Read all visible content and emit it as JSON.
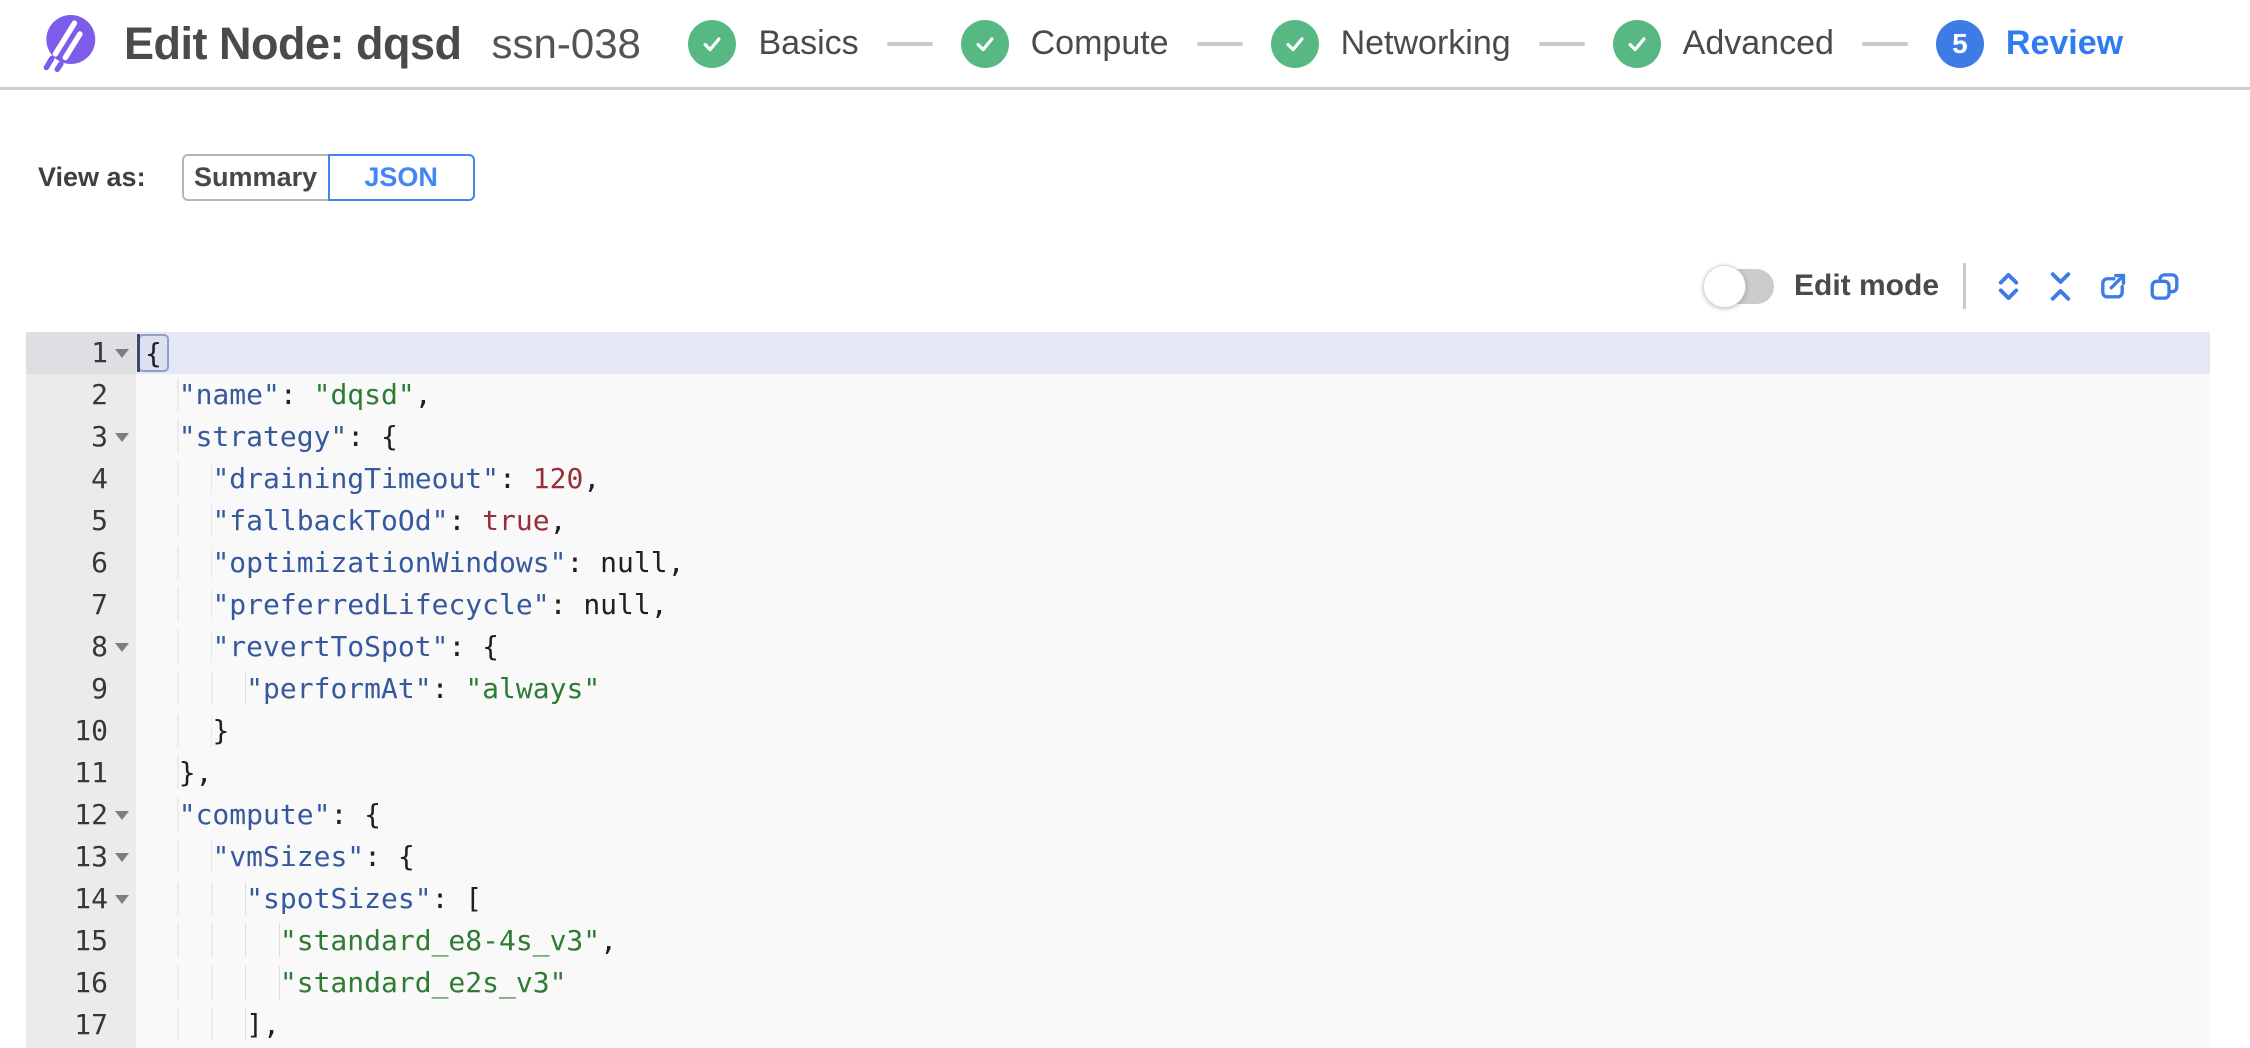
{
  "header": {
    "title": "Edit Node: dqsd",
    "node_id": "ssn-038",
    "steps": [
      {
        "id": "basics",
        "label": "Basics",
        "state": "done"
      },
      {
        "id": "compute",
        "label": "Compute",
        "state": "done"
      },
      {
        "id": "networking",
        "label": "Networking",
        "state": "done"
      },
      {
        "id": "advanced",
        "label": "Advanced",
        "state": "done"
      },
      {
        "id": "review",
        "label": "Review",
        "state": "current",
        "number": "5"
      }
    ]
  },
  "view_as": {
    "label": "View as:",
    "options": [
      {
        "label": "Summary",
        "selected": false
      },
      {
        "label": "JSON",
        "selected": true
      }
    ]
  },
  "toolbar": {
    "edit_mode_label": "Edit mode",
    "edit_mode_on": false,
    "icons": [
      {
        "name": "expand-all-icon"
      },
      {
        "name": "collapse-all-icon"
      },
      {
        "name": "export-icon"
      },
      {
        "name": "copy-icon"
      }
    ]
  },
  "colors": {
    "accent_blue": "#3b7ce6",
    "success_green": "#58b883",
    "logo_purple": "#7c5ce8",
    "key_blue": "#36589d",
    "string_green": "#2f7b33",
    "number_red": "#943038",
    "active_line": "#e4e8f4"
  },
  "editor": {
    "active_line": 1,
    "cursor": {
      "line": 1,
      "col": 0
    },
    "lines": [
      {
        "n": 1,
        "fold": true,
        "tokens": [
          {
            "t": "punc",
            "v": "{",
            "box": true
          }
        ]
      },
      {
        "n": 2,
        "fold": false,
        "tokens": [
          {
            "t": "ws",
            "v": "  "
          },
          {
            "t": "key",
            "v": "\"name\""
          },
          {
            "t": "punc",
            "v": ": "
          },
          {
            "t": "str",
            "v": "\"dqsd\""
          },
          {
            "t": "punc",
            "v": ","
          }
        ]
      },
      {
        "n": 3,
        "fold": true,
        "tokens": [
          {
            "t": "ws",
            "v": "  "
          },
          {
            "t": "key",
            "v": "\"strategy\""
          },
          {
            "t": "punc",
            "v": ": {"
          }
        ]
      },
      {
        "n": 4,
        "fold": false,
        "tokens": [
          {
            "t": "ws",
            "v": "    "
          },
          {
            "t": "key",
            "v": "\"drainingTimeout\""
          },
          {
            "t": "punc",
            "v": ": "
          },
          {
            "t": "num",
            "v": "120"
          },
          {
            "t": "punc",
            "v": ","
          }
        ]
      },
      {
        "n": 5,
        "fold": false,
        "tokens": [
          {
            "t": "ws",
            "v": "    "
          },
          {
            "t": "key",
            "v": "\"fallbackToOd\""
          },
          {
            "t": "punc",
            "v": ": "
          },
          {
            "t": "bool",
            "v": "true"
          },
          {
            "t": "punc",
            "v": ","
          }
        ]
      },
      {
        "n": 6,
        "fold": false,
        "tokens": [
          {
            "t": "ws",
            "v": "    "
          },
          {
            "t": "key",
            "v": "\"optimizationWindows\""
          },
          {
            "t": "punc",
            "v": ": "
          },
          {
            "t": "null",
            "v": "null"
          },
          {
            "t": "punc",
            "v": ","
          }
        ]
      },
      {
        "n": 7,
        "fold": false,
        "tokens": [
          {
            "t": "ws",
            "v": "    "
          },
          {
            "t": "key",
            "v": "\"preferredLifecycle\""
          },
          {
            "t": "punc",
            "v": ": "
          },
          {
            "t": "null",
            "v": "null"
          },
          {
            "t": "punc",
            "v": ","
          }
        ]
      },
      {
        "n": 8,
        "fold": true,
        "tokens": [
          {
            "t": "ws",
            "v": "    "
          },
          {
            "t": "key",
            "v": "\"revertToSpot\""
          },
          {
            "t": "punc",
            "v": ": {"
          }
        ]
      },
      {
        "n": 9,
        "fold": false,
        "tokens": [
          {
            "t": "ws",
            "v": "      "
          },
          {
            "t": "key",
            "v": "\"performAt\""
          },
          {
            "t": "punc",
            "v": ": "
          },
          {
            "t": "str",
            "v": "\"always\""
          }
        ]
      },
      {
        "n": 10,
        "fold": false,
        "tokens": [
          {
            "t": "ws",
            "v": "    "
          },
          {
            "t": "punc",
            "v": "}"
          }
        ]
      },
      {
        "n": 11,
        "fold": false,
        "tokens": [
          {
            "t": "ws",
            "v": "  "
          },
          {
            "t": "punc",
            "v": "},"
          }
        ]
      },
      {
        "n": 12,
        "fold": true,
        "tokens": [
          {
            "t": "ws",
            "v": "  "
          },
          {
            "t": "key",
            "v": "\"compute\""
          },
          {
            "t": "punc",
            "v": ": {"
          }
        ]
      },
      {
        "n": 13,
        "fold": true,
        "tokens": [
          {
            "t": "ws",
            "v": "    "
          },
          {
            "t": "key",
            "v": "\"vmSizes\""
          },
          {
            "t": "punc",
            "v": ": {"
          }
        ]
      },
      {
        "n": 14,
        "fold": true,
        "tokens": [
          {
            "t": "ws",
            "v": "      "
          },
          {
            "t": "key",
            "v": "\"spotSizes\""
          },
          {
            "t": "punc",
            "v": ": ["
          }
        ]
      },
      {
        "n": 15,
        "fold": false,
        "tokens": [
          {
            "t": "ws",
            "v": "        "
          },
          {
            "t": "str",
            "v": "\"standard_e8-4s_v3\""
          },
          {
            "t": "punc",
            "v": ","
          }
        ]
      },
      {
        "n": 16,
        "fold": false,
        "tokens": [
          {
            "t": "ws",
            "v": "        "
          },
          {
            "t": "str",
            "v": "\"standard_e2s_v3\""
          }
        ]
      },
      {
        "n": 17,
        "fold": false,
        "tokens": [
          {
            "t": "ws",
            "v": "      "
          },
          {
            "t": "punc",
            "v": "],"
          }
        ]
      }
    ]
  }
}
